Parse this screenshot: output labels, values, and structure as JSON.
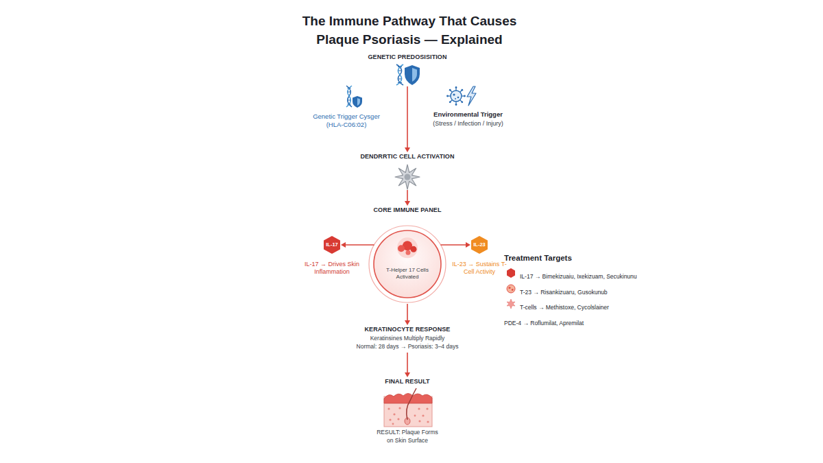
{
  "diagram": {
    "title": "The Immune Pathway That Causes Plaque Psoriasis — Explained",
    "nodes": [
      {
        "text": [
          "GENETIC PREDOSISITION"
        ]
      },
      {
        "text": [
          "Genetic Trigger Cysger (HLA-C06:02)"
        ]
      },
      {
        "text": [
          "Environmental Trigger",
          "(Stress / Infection / Injury)"
        ]
      },
      {
        "text": [
          "DENDRRTIC CELL ACTIVATION"
        ]
      },
      {
        "text": [
          "CORE IMMUNE PANEL",
          "T-Helper 17 Cells Activated"
        ]
      },
      {
        "text": [
          "IL-17",
          "IL-17 → Drives Skin Inflammation"
        ]
      },
      {
        "text": [
          "IL-23",
          "IL-23 → Sustains T-Cell Activity"
        ]
      },
      {
        "text": [
          "KERATINOCYTE RESPONSE",
          "Keratinsines Multiply Rapidly",
          "Normal: 28 days → Psoriasis: 3–4 days"
        ]
      },
      {
        "text": [
          "FINAL RESULT",
          "RESULT: Plaque Forms on Skin Surface"
        ]
      }
    ],
    "edges": [
      {
        "from": 0,
        "to": 3,
        "arrow": "to"
      },
      {
        "from": 3,
        "to": 4,
        "arrow": "to"
      },
      {
        "from": 4,
        "to": 5,
        "arrow": "to"
      },
      {
        "from": 4,
        "to": 6,
        "arrow": "to"
      },
      {
        "from": 4,
        "to": 7,
        "arrow": "to"
      },
      {
        "from": 7,
        "to": 8,
        "arrow": "to"
      }
    ],
    "labels": [
      "Treatment Targets"
    ],
    "legend": [
      {
        "text": "IL-17 → Bimekizuaiu, Ixekizuam, Secukinunu"
      },
      {
        "text": "T-23 → Risankizuaru, Gusokunub"
      },
      {
        "text": "T-cells → Methistoxe, Cycolslainer"
      },
      {
        "text": "PDE-4 → Roflumilat, Apremilat"
      }
    ]
  }
}
